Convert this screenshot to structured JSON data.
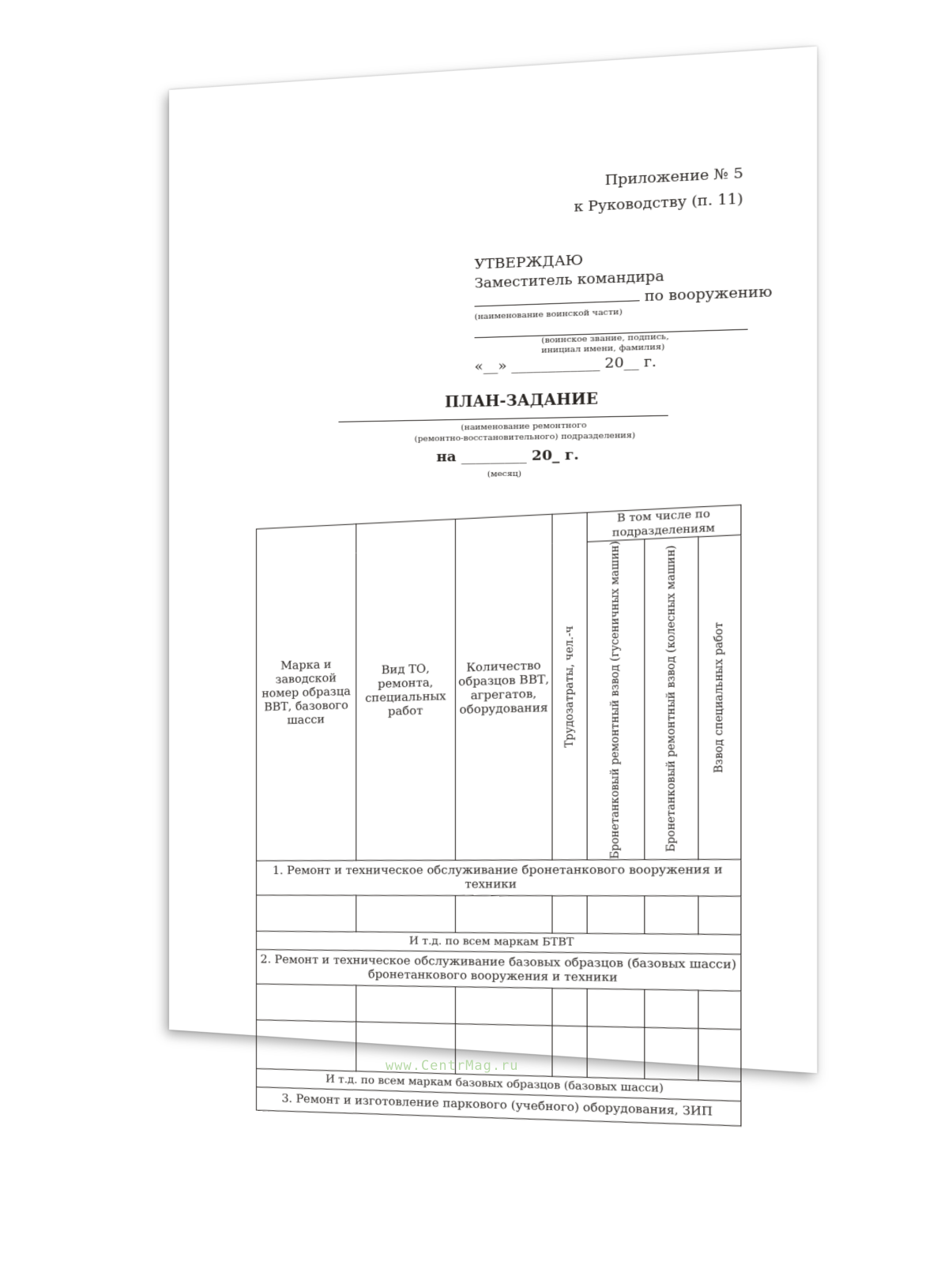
{
  "annex": {
    "line1": "Приложение № 5",
    "line2": "к Руководству (п. 11)"
  },
  "approval": {
    "heading": "УТВЕРЖДАЮ",
    "position": "Заместитель командира",
    "suffix": "по вооружению",
    "unit_caption": "(наименование воинской части)",
    "signature_caption1": "(воинское звание, подпись,",
    "signature_caption2": "инициал имени, фамилия)",
    "date": "«__» ____________ 20__ г."
  },
  "title": "ПЛАН-ЗАДАНИЕ",
  "unit_caption1": "(наименование ремонтного",
  "unit_caption2": "(ремонтно-восстановительного) подразделения)",
  "period": {
    "prefix": "на",
    "blank": "_________",
    "year": "20_ г.",
    "caption": "(месяц)"
  },
  "table": {
    "headers": {
      "col1": "Марка и заводской номер образца ВВТ, базового шасси",
      "col2": "Вид ТО, ремонта, специальных работ",
      "col3": "Количество образцов ВВТ, агрегатов, оборудования",
      "col4": "Трудозатраты, чел.-ч",
      "group": "В том числе по подразделениям",
      "sub1": "Бронетанковый ремонтный взвод (гусеничных машин)",
      "sub2": "Бронетанковый ремонтный взвод (колесных машин)",
      "sub3": "Взвод специальных работ"
    },
    "section1": "1. Ремонт и техническое обслуживание бронетанкового вооружения и техники",
    "etc1": "И т.д. по всем маркам БТВТ",
    "section2": "2. Ремонт и техническое обслуживание базовых образцов (базовых шасси) бронетанкового вооружения и техники",
    "etc2": "И т.д. по всем маркам базовых образцов (базовых шасси)",
    "section3": "3. Ремонт и изготовление паркового (учебного) оборудования, ЗИП"
  },
  "watermark": "www.CentrMag.ru"
}
